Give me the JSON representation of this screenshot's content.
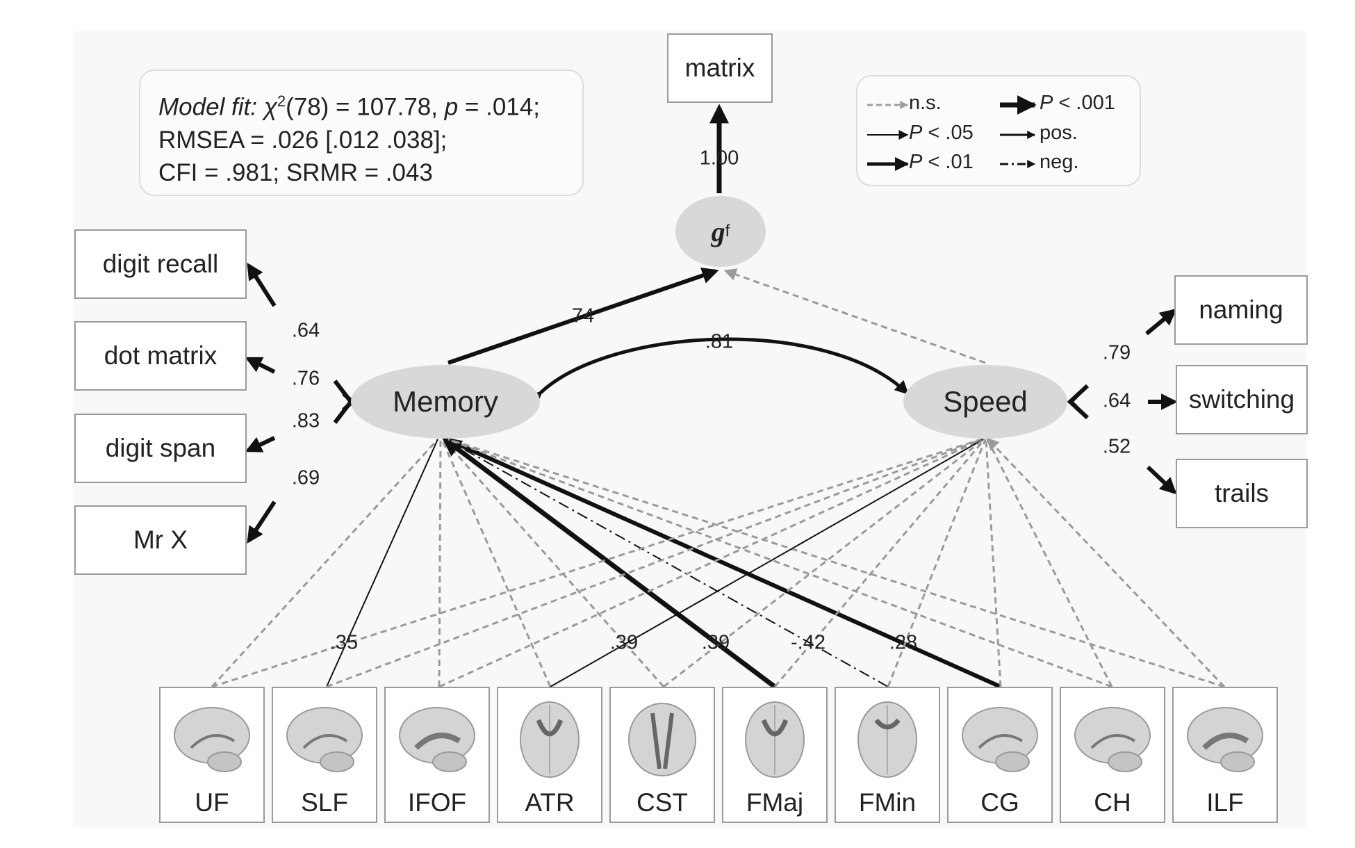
{
  "model_fit": {
    "line1_italic": "Model fit:",
    "line1_chi": "χ",
    "line1_sup": "2",
    "line1_rest": "(78) = 107.78,",
    "line1_p": "p",
    "line1_end": "= .014;",
    "line2": "RMSEA = .026 [.012 .038];",
    "line3": "CFI = .981; SRMR = .043"
  },
  "legend": {
    "ns": "n.s.",
    "p05": "< .05",
    "p01": "< .01",
    "p001": "< .001",
    "p_letter": "P",
    "pos": "pos.",
    "neg": "neg."
  },
  "nodes": {
    "matrix": "matrix",
    "gf_main": "g",
    "gf_sub": "f",
    "memory": "Memory",
    "speed": "Speed",
    "memory_indicators": [
      "digit recall",
      "dot matrix",
      "digit span",
      "Mr X"
    ],
    "speed_indicators": [
      "naming",
      "switching",
      "trails"
    ],
    "tracts": [
      "UF",
      "SLF",
      "IFOF",
      "ATR",
      "CST",
      "FMaj",
      "FMin",
      "CG",
      "CH",
      "ILF"
    ]
  },
  "coefficients": {
    "gf_matrix": "1.00",
    "memory_gf": ".74",
    "memory_speed": ".81",
    "memory_loadings": [
      ".64",
      ".76",
      ".83",
      ".69"
    ],
    "speed_loadings": [
      ".79",
      ".64",
      ".52"
    ],
    "tract_paths": [
      ".35",
      ".39",
      ".39",
      "-.42",
      ".28"
    ]
  }
}
